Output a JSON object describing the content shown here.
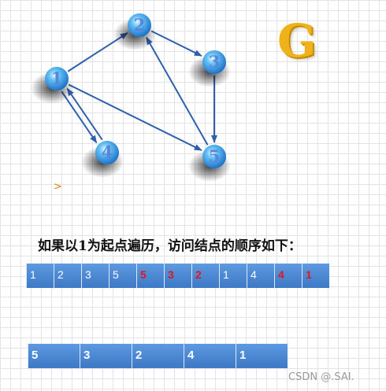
{
  "graph": {
    "letter": "G",
    "nodes": [
      {
        "id": "1",
        "label": "1"
      },
      {
        "id": "2",
        "label": "2"
      },
      {
        "id": "3",
        "label": "3"
      },
      {
        "id": "4",
        "label": "4"
      },
      {
        "id": "5",
        "label": "5"
      }
    ],
    "edges": [
      {
        "from": "1",
        "to": "2"
      },
      {
        "from": "2",
        "to": "3"
      },
      {
        "from": "3",
        "to": "5"
      },
      {
        "from": "5",
        "to": "2"
      },
      {
        "from": "1",
        "to": "5"
      },
      {
        "from": "1",
        "to": "4"
      },
      {
        "from": "4",
        "to": "1"
      }
    ],
    "pointer_glyph": ">"
  },
  "caption": "如果以1为起点遍历，访问结点的顺序如下：",
  "visit_sequence": [
    {
      "value": "1",
      "highlight": false
    },
    {
      "value": "2",
      "highlight": false
    },
    {
      "value": "3",
      "highlight": false
    },
    {
      "value": "5",
      "highlight": false
    },
    {
      "value": "5",
      "highlight": true
    },
    {
      "value": "3",
      "highlight": true
    },
    {
      "value": "2",
      "highlight": true
    },
    {
      "value": "1",
      "highlight": false
    },
    {
      "value": "4",
      "highlight": false
    },
    {
      "value": "4",
      "highlight": true
    },
    {
      "value": "1",
      "highlight": true
    }
  ],
  "result_sequence": [
    "5",
    "3",
    "2",
    "4",
    "1"
  ],
  "watermark": "CSDN @.SAI.",
  "colors": {
    "node": "#3a8ee6",
    "edge": "#2f5fae",
    "highlight": "#e3141b",
    "cell": "#4a86d4",
    "letter": "#f0b21a"
  }
}
